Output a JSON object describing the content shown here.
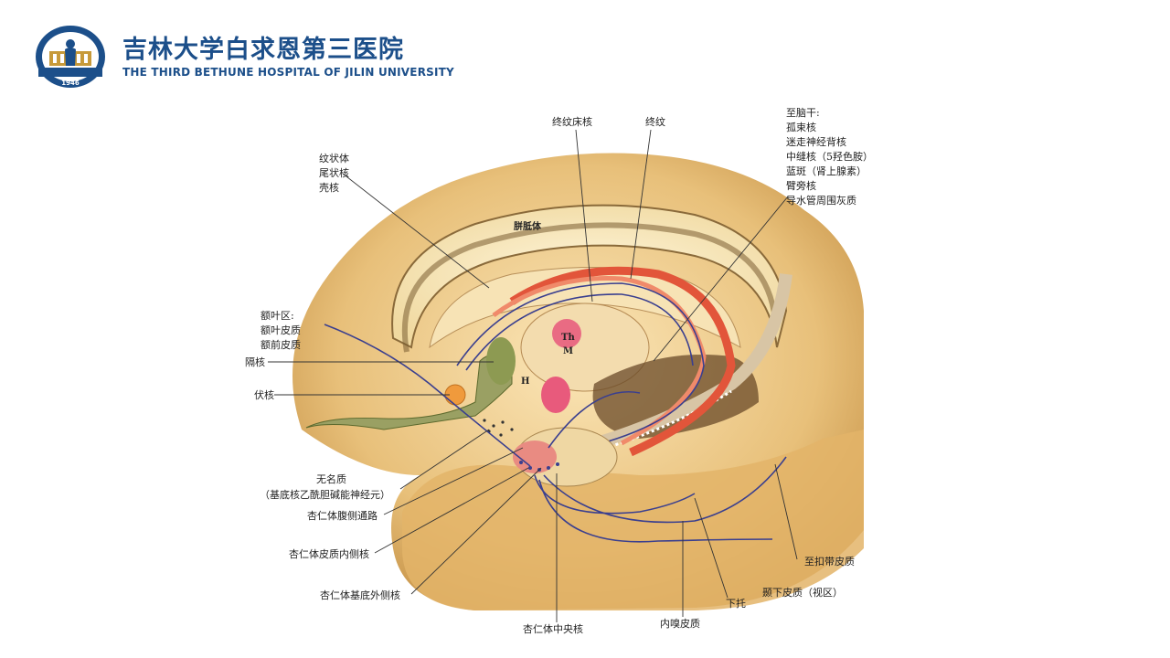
{
  "header": {
    "hospital_name_cn": "吉林大学白求恩第三医院",
    "hospital_name_en": "THE THIRD BETHUNE HOSPITAL OF JILIN UNIVERSITY",
    "logo_year": "1946"
  },
  "diagram": {
    "labels": {
      "corpus_callosum": "胼胝体",
      "bed_nucleus": "终纹床核",
      "stria_terminalis": "终纹",
      "to_brainstem_title": "至脑干:",
      "to_brainstem_1": "孤束核",
      "to_brainstem_2": "迷走神经背核",
      "to_brainstem_3": "中缝核（5羟色胺）",
      "to_brainstem_4": "蓝斑（肾上腺素）",
      "to_brainstem_5": "臂旁核",
      "to_brainstem_6": "导水管周围灰质",
      "striatum_1": "纹状体",
      "striatum_2": "尾状核",
      "striatum_3": "壳核",
      "frontal_1": "额叶区:",
      "frontal_2": "额叶皮质",
      "frontal_3": "额前皮质",
      "septal": "隔核",
      "accumbens": "伏核",
      "innominata_1": "无名质",
      "innominata_2": "（基底核乙酰胆碱能神经元）",
      "ventral_path": "杏仁体腹侧通路",
      "cortical_medial": "杏仁体皮质内侧核",
      "basolateral": "杏仁体基底外侧核",
      "central": "杏仁体中央核",
      "entorhinal": "内嗅皮质",
      "subiculum": "下托",
      "inferotemporal": "颞下皮质（视区）",
      "cingulate": "至扣带皮质",
      "th": "Th",
      "m": "M",
      "h": "H"
    }
  }
}
